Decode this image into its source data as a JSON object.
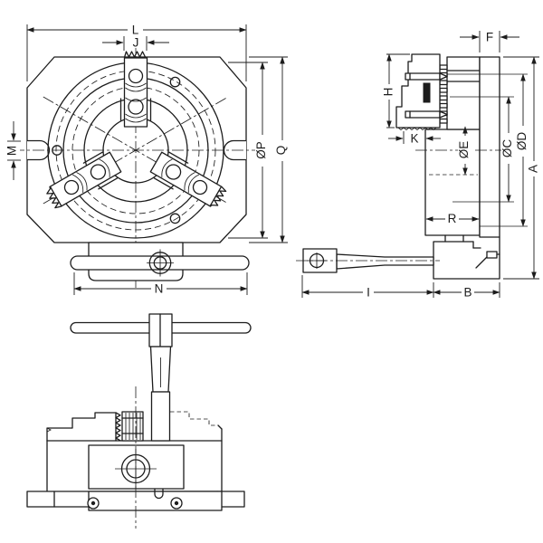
{
  "drawing": {
    "kind": "technical line drawing, 3-jaw self-centering chuck fixture, three orthographic views",
    "colors": {
      "line": "#1c1c1c",
      "background": "#ffffff"
    },
    "views": {
      "front": {
        "dims": {
          "L": "L",
          "J": "J",
          "M": "M",
          "P": "ØP",
          "Q": "Q",
          "N": "N"
        }
      },
      "side": {
        "dims": {
          "F": "F",
          "H": "H",
          "K": "K",
          "E": "ØE",
          "C": "ØC",
          "D": "ØD",
          "A": "A",
          "R": "R",
          "I": "I",
          "B": "B"
        }
      },
      "bottom": {
        "dims": {}
      }
    }
  }
}
